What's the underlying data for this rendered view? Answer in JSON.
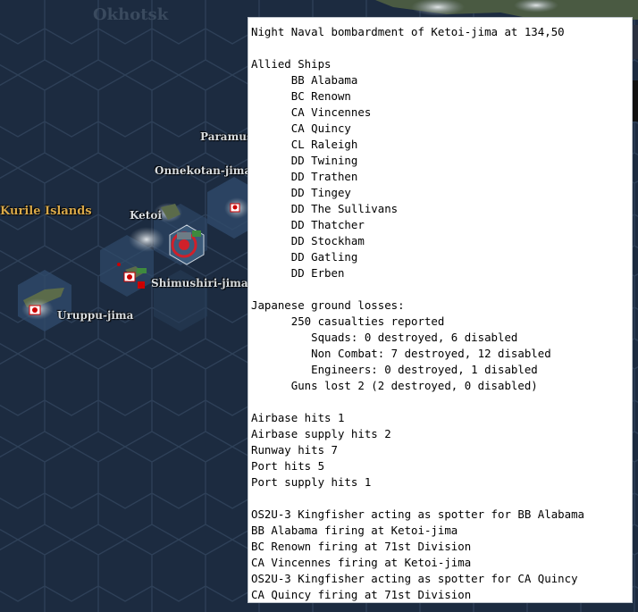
{
  "map": {
    "sea_label": "Okhotsk",
    "region_label": "Kurile Islands",
    "places": [
      "Paramus",
      "Onnekotan-jima",
      "Ketoi",
      "Shimushiri-jima",
      "Uruppu-jima"
    ],
    "colors": {
      "ocean": "#1c2b40",
      "hex_line": "#2e4058",
      "land": "#5b6b4a",
      "region_label": "#d9a94a"
    }
  },
  "report": {
    "title": "Night Naval bombardment of Ketoi-jima at 134,50",
    "allied_header": "Allied Ships",
    "ships": [
      "BB Alabama",
      "BC Renown",
      "CA Vincennes",
      "CA Quincy",
      "CL Raleigh",
      "DD Twining",
      "DD Trathen",
      "DD Tingey",
      "DD The Sullivans",
      "DD Thatcher",
      "DD Stockham",
      "DD Gatling",
      "DD Erben"
    ],
    "losses_header": "Japanese ground losses:",
    "casualties": "250 casualties reported",
    "loss_details": [
      "Squads: 0 destroyed, 6 disabled",
      "Non Combat: 7 destroyed, 12 disabled",
      "Engineers: 0 destroyed, 1 disabled"
    ],
    "guns_lost": "Guns lost 2 (2 destroyed, 0 disabled)",
    "hits": [
      "Airbase hits 1",
      "Airbase supply hits 2",
      "Runway hits 7",
      "Port hits 5",
      "Port supply hits 1"
    ],
    "fire_log": [
      "OS2U-3 Kingfisher acting as spotter for BB Alabama",
      "BB Alabama firing at Ketoi-jima",
      "BC Renown firing at 71st Division",
      "CA Vincennes firing at Ketoi-jima",
      "OS2U-3 Kingfisher acting as spotter for CA Quincy",
      "CA Quincy firing at 71st Division"
    ]
  }
}
